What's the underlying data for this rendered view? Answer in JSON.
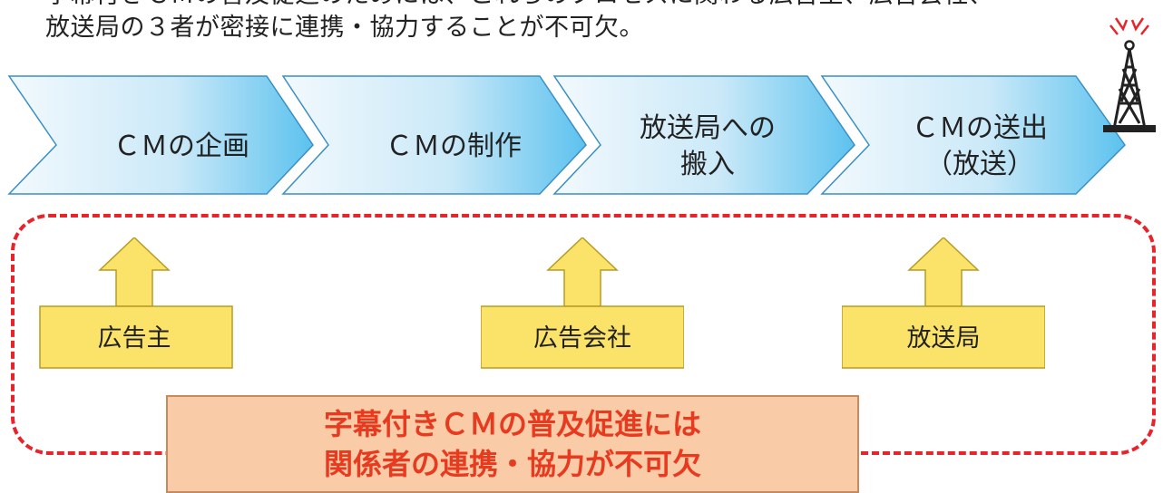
{
  "intro": {
    "line1": "字幕付きＣＭの普及促進のためには、これらのプロセスに関わる広告主、広告会社、",
    "line2": "放送局の３者が密接に連携・協力することが不可欠。"
  },
  "process_steps": [
    {
      "label": "ＣＭの企画"
    },
    {
      "label": "ＣＭの制作"
    },
    {
      "label": "放送局への\n搬入"
    },
    {
      "label": "ＣＭの送出\n（放送）"
    }
  ],
  "stakeholders": [
    {
      "label": "広告主"
    },
    {
      "label": "広告会社"
    },
    {
      "label": "放送局"
    }
  ],
  "conclusion": {
    "line1": "字幕付きＣＭの普及促進には",
    "line2": "関係者の連携・協力が不可欠"
  },
  "colors": {
    "chevron_light": "#e6f3fb",
    "chevron_dark": "#5ec3ee",
    "dashed_border": "#e8232a",
    "actor_box": "#fbe36a",
    "conclusion_bg": "#f9cba7",
    "conclusion_text": "#e83a1f"
  }
}
